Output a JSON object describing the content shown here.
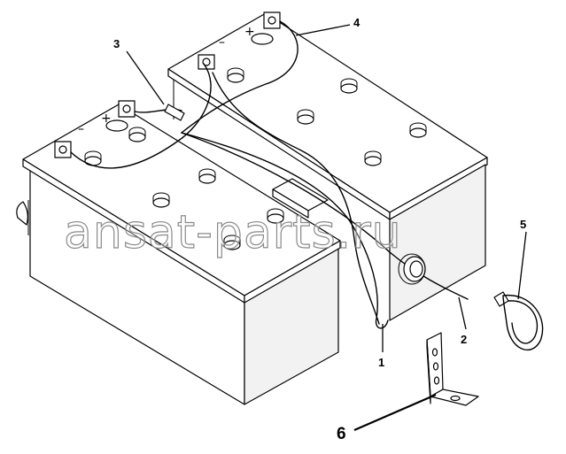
{
  "watermark": "ansat-parts.ru",
  "callouts": {
    "c1": "1",
    "c2": "2",
    "c3": "3",
    "c4": "4",
    "c5": "5",
    "c6": "6"
  },
  "terminal_signs": {
    "minus": "–",
    "plus": "+"
  },
  "colors": {
    "line": "#000000",
    "watermark_outline": "#8a8a8a",
    "background": "#ffffff"
  }
}
